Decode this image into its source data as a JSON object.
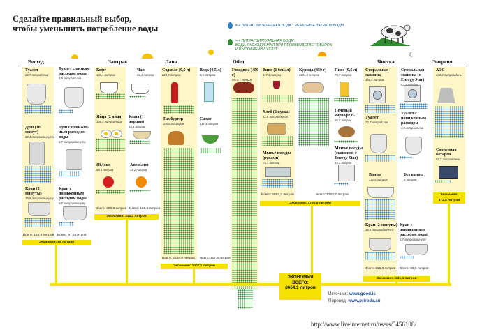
{
  "title": {
    "line1": "Сделайте правильный выбор,",
    "line2": "чтобы уменьшить потребление воды"
  },
  "legend": {
    "physical": "= 4 ЛИТРА \"ФИЗИЧЕСКАЯ ВОДА\": РЕАЛЬНЫЕ ЗАТРАТЫ ВОДЫ",
    "virtual_line1": "= 4 ЛИТРА \"ВИРТУАЛЬНАЯ ВОДА\":",
    "virtual_line2": "ВОДА, РАСХОДУЕМАЯ ПРИ ПРОИЗВОДСТВЕ ТОВАРОВ",
    "virtual_line3": "И ВЫПОЛНЕНИИ УСЛУГ",
    "physical_color": "#2c7fc8",
    "virtual_color": "#2f8c2f"
  },
  "sections": {
    "voskhod": "Восход",
    "zavtrak": "Завтрак",
    "lanch": "Ланч",
    "obed": "Обед",
    "chistka": "Чистка",
    "energiya": "Энергия"
  },
  "items": {
    "tualet": {
      "name": "Туалет",
      "sub": "22,7 литра/слив"
    },
    "tualet_eco": {
      "name": "Туалет с низким расходом воды",
      "sub": "4,9 литров/слив"
    },
    "dush": {
      "name": "Душ (10 минут)",
      "sub": "34,4 литров/минута"
    },
    "dush_eco": {
      "name": "Душ с понижен-ным расходом воды",
      "sub": "8,7 литров/минута"
    },
    "kran": {
      "name": "Кран (2 минуты)",
      "sub": "18,9 литров/минуту"
    },
    "kran_eco": {
      "name": "Кран с пониженным расходом воды",
      "sub": "5,7 литров/минуту"
    },
    "kofe": {
      "name": "Кофе",
      "sub": "140,1 литров"
    },
    "chai": {
      "name": "Чай",
      "sub": "34,1 литров"
    },
    "yaitsa": {
      "name": "Яйца (2 яйца)",
      "sub": "136,3 литров/яйцо"
    },
    "kasha": {
      "name": "Каша (1 порция)",
      "sub": "83,3 литров"
    },
    "yabloko": {
      "name": "Яблоко",
      "sub": "68,1 литров"
    },
    "apelsin": {
      "name": "Апельсин",
      "sub": "49,2 литров"
    },
    "soda": {
      "name": "Содовая (0,5 л)",
      "sub": "224,9 литров"
    },
    "voda": {
      "name": "Вода (0,5 л)",
      "sub": "0,5 литров"
    },
    "gamburger": {
      "name": "Гамбургер",
      "sub": "2400,8 литров"
    },
    "salat": {
      "name": "Салат",
      "sub": "117,3 литров"
    },
    "govyadina": {
      "name": "Говядина (450 г)",
      "sub": "5678,1 литров"
    },
    "vino": {
      "name": "Вино (1 бокал)",
      "sub": "117,3 литров"
    },
    "kuritsa": {
      "name": "Курица (450 г)",
      "sub": "1684,4 литров"
    },
    "pivo": {
      "name": "Пиво (0,5 л)",
      "sub": "75,7 литров"
    },
    "khleb": {
      "name": "Хлеб (2 куска)",
      "sub": "41,6 литров/кусок"
    },
    "kartofel": {
      "name": "Печёный картофель",
      "sub": "26,5 литров"
    },
    "posuda": {
      "name": "Мытье посуды (руками)",
      "sub": "75,7 литров"
    },
    "posuda_eco": {
      "name": "Мытье посуды (машиной с Energy Star)",
      "sub": "15,1 литров"
    },
    "stiralka": {
      "name": "Стиральная машина",
      "sub": "151,4 литров"
    },
    "stiralka_eco": {
      "name": "Стиральная машина (с Energy Star)",
      "sub": "83,3 литров"
    },
    "tualet2": {
      "name": "Туалет",
      "sub": "22,7 литра/слив"
    },
    "tualet2_eco": {
      "name": "Туалет с пониженным расходом",
      "sub": "4,9 литров/слив"
    },
    "vanna": {
      "name": "Ванна",
      "sub": "132,5 литров"
    },
    "bez_vanny": {
      "name": "Без ванны",
      "sub": "0 литров"
    },
    "kran2": {
      "name": "Кран (2 минуты)",
      "sub": "18,9 литров/минуту"
    },
    "kran2_eco": {
      "name": "Кран с пониженным расходом воды",
      "sub": "5,7 литров/минуту"
    },
    "aes": {
      "name": "АЭС",
      "sub": "363,3 литров/день"
    },
    "solar": {
      "name": "Солнечная батарея",
      "sub": "92,7 литров/день"
    }
  },
  "totals": {
    "voskhod_left": "Всего: 185,8 литров",
    "voskhod_right": "Всего: 97,8 литров",
    "zavtrak_left": "Всего: 480,8 литров",
    "zavtrak_right": "Всего: 166,6 литров",
    "lanch_left": "Всего: 2528,9 литров",
    "lanch_right": "Всего: 117,8 литров",
    "obed_left": "Всего: 5954,3 литров",
    "obed_right": "Всего: 1203,7 литров",
    "chistka_left": "Всего: 325,3 литров",
    "chistka_right": "Всего: 93,9 литров"
  },
  "economy": {
    "voskhod": "Экономия: 88 литров",
    "zavtrak": "Экономия: 314,2 литров",
    "lanch": "Экономия: 2407,1 литров",
    "obed": "Экономия: 4750,6 литров",
    "chistka": "Экономия: 231,4 литров",
    "energiya_label": "Экономия:",
    "energiya_value": "872,6 литров"
  },
  "grand": {
    "line1": "ЭКОНОМИЯ",
    "line2": "ВСЕГО:",
    "line3": "8664,1 литров"
  },
  "source": {
    "label1": "Источник:",
    "value1": "www.good.is",
    "label2": "Перевод:",
    "value2": "www.priroda.su"
  },
  "watermark": "http://www.liveinternet.ru/users/5456108/"
}
